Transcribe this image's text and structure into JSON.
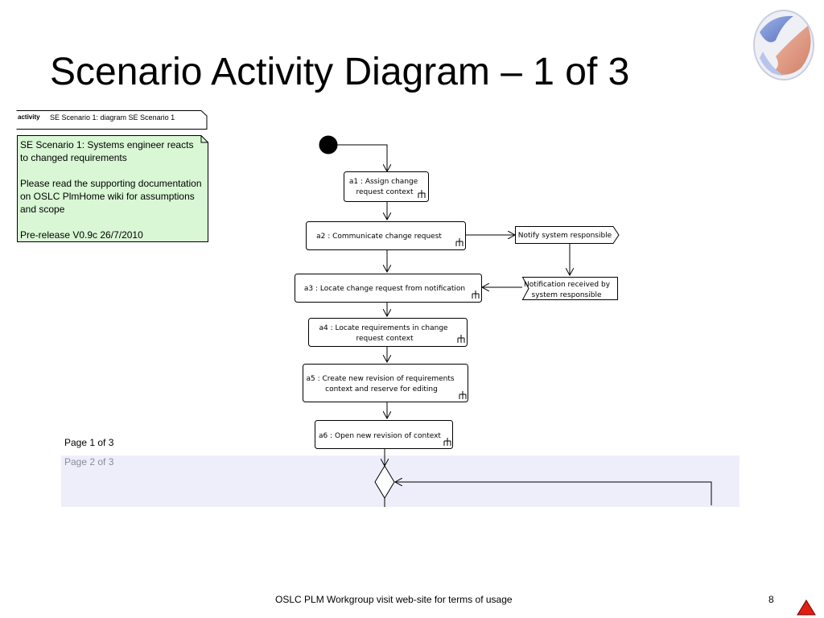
{
  "slide": {
    "title": "Scenario Activity Diagram – 1 of 3",
    "page_number": "8",
    "footer": "OSLC PLM Workgroup visit web-site for terms of usage"
  },
  "frame": {
    "keyword": "activity",
    "name": "SE Scenario 1: diagram SE Scenario 1"
  },
  "note": {
    "line1": "SE Scenario 1: Systems engineer reacts to   changed requirements",
    "line2": "Please read the supporting documentation on OSLC PlmHome wiki for assumptions and scope",
    "line3": "Pre-release V0.9c 26/7/2010"
  },
  "pages": {
    "page1": "Page 1 of 3",
    "page2": "Page 2 of 3"
  },
  "actions": {
    "a1": [
      "a1 : Assign change",
      "request context"
    ],
    "a2": [
      "a2 : Communicate change request"
    ],
    "a3": [
      "a3 : Locate change request from notification"
    ],
    "a4": [
      "a4 : Locate requirements in change",
      "request context"
    ],
    "a5": [
      "a5 : Create new revision of requirements",
      "context and reserve for editing"
    ],
    "a6": [
      "a6 : Open new revision of context"
    ]
  },
  "signals": {
    "send": "Notify system responsible",
    "receive": [
      "Notification received by",
      "system responsible"
    ]
  },
  "colors": {
    "note_fill": "#d9f7d5",
    "page_band": "#eeeefb",
    "nav_arrow": "#e02010"
  },
  "icons": {
    "logo": "oslc-logo-icon",
    "nav": "triangle-up-icon"
  }
}
